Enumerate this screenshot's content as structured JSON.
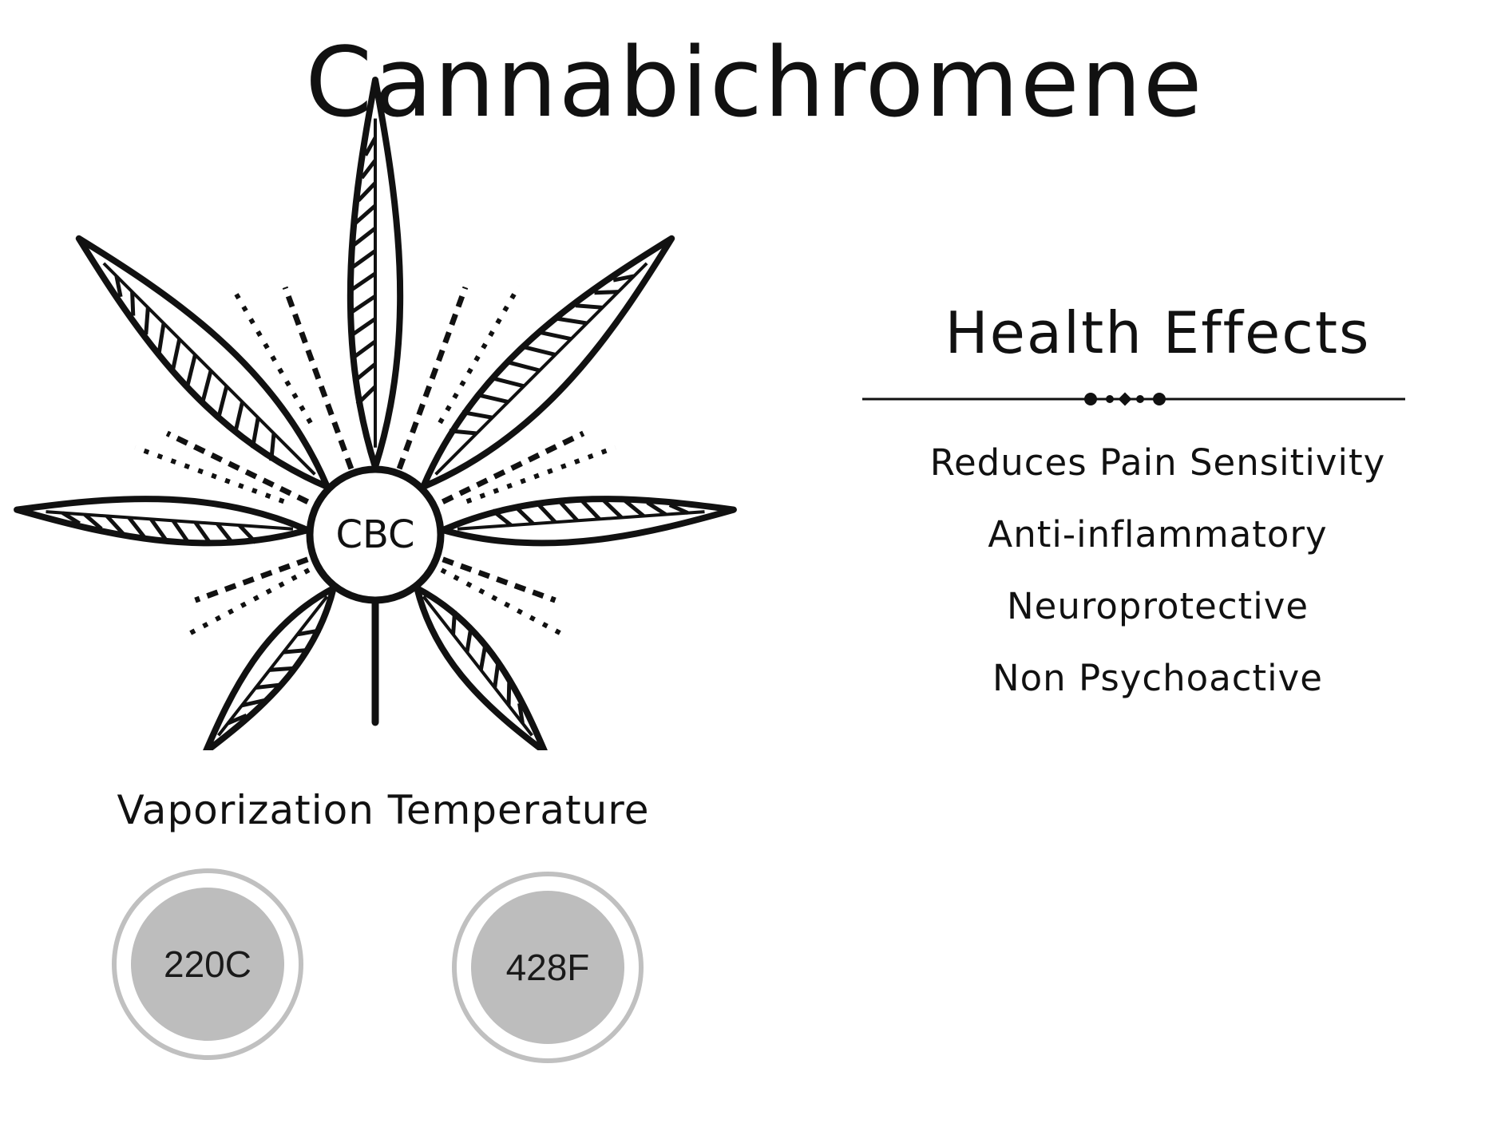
{
  "title": "Cannabichromene",
  "compound_abbr": "CBC",
  "health": {
    "heading": "Health Effects",
    "effects": [
      "Reduces Pain Sensitivity",
      "Anti-inflammatory",
      "Neuroprotective",
      "Non Psychoactive"
    ]
  },
  "vaporization": {
    "label": "Vaporization Temperature",
    "celsius": "220C",
    "fahrenheit": "428F"
  },
  "colors": {
    "ink": "#111111",
    "circle_fill": "#bdbdbd",
    "circle_ring": "#c0c0c0"
  },
  "icons": [
    "cannabis-leaf-icon",
    "ornamental-divider-icon"
  ]
}
